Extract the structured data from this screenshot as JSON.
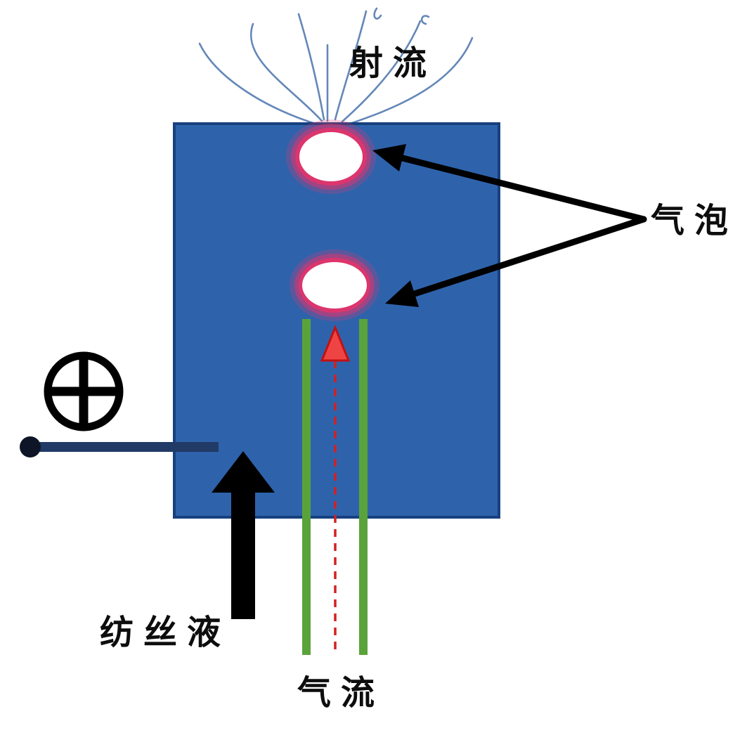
{
  "diagram": {
    "title": "bubble-electrospinning-schematic",
    "labels": {
      "jet": "射流",
      "bubbles": "气泡",
      "spinning_solution": "纺丝液",
      "air_flow": "气流"
    },
    "colors": {
      "solution_fill": "#2E63AC",
      "solution_border": "#17407E",
      "tube_green": "#5AA33A",
      "bubble_glow_pink": "#E6326A",
      "bubble_fill": "#FFFFFF",
      "air_arrow_red": "#D42020",
      "pipe_navy": "#223A66",
      "arrow_black": "#000000",
      "jet_line_blue": "#5C81B5",
      "label_text": "#0D0D0D"
    }
  }
}
